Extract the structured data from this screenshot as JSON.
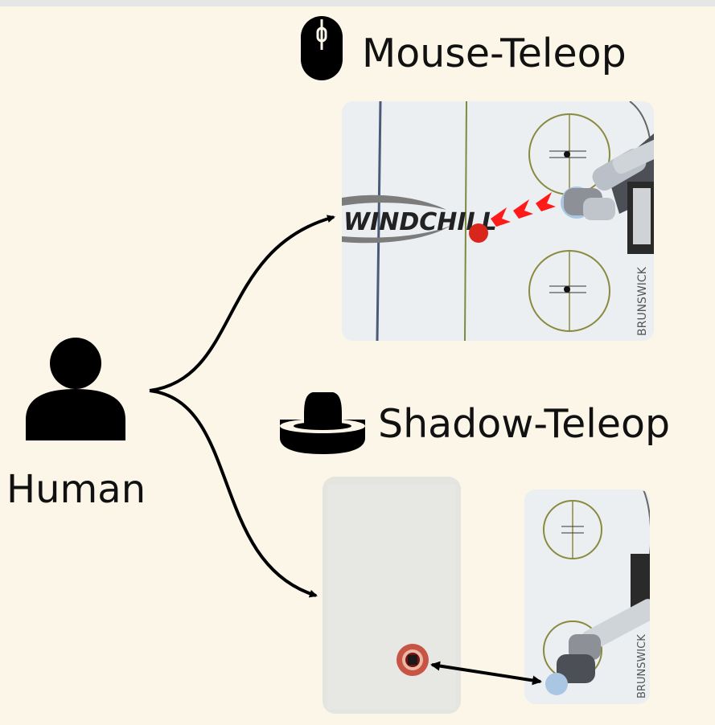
{
  "labels": {
    "human": "Human",
    "mouse_teleop": "Mouse-Teleop",
    "shadow_teleop": "Shadow-Teleop"
  },
  "photos": {
    "table_logo": "WINDCHILL",
    "table_brand": "BRUNSWICK"
  },
  "icons": {
    "human": "person-icon",
    "mouse": "mouse-icon",
    "mallet": "air-hockey-mallet-icon"
  },
  "colors": {
    "background": "#fbf6e8",
    "arrow": "#000000",
    "puck": "#d9261c",
    "motion_arrows": "#ff1a1a"
  }
}
